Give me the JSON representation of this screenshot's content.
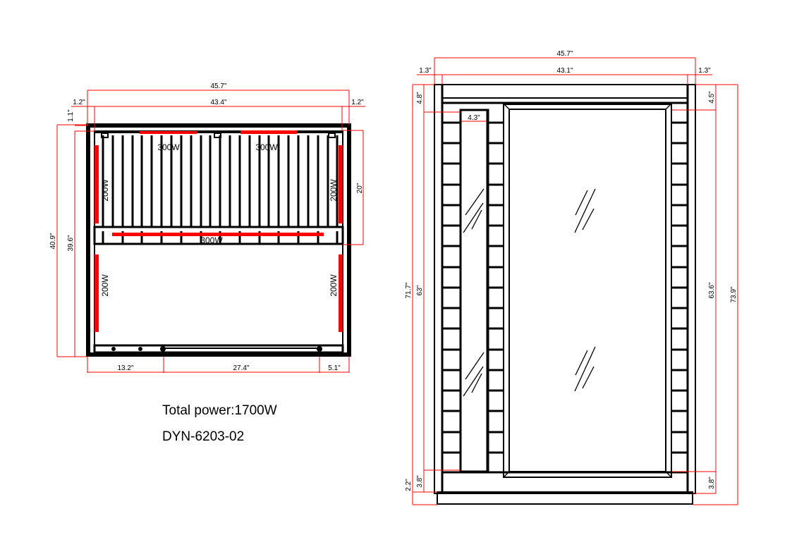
{
  "colors": {
    "dimension": "#ff0000",
    "heater": "#ff0000",
    "line": "#000000",
    "background": "#ffffff"
  },
  "plan_view": {
    "dims": {
      "overall_width": "45.7\"",
      "inner_width": "43.4\"",
      "left_offset": "1.2\"",
      "right_offset": "1.2\"",
      "top_offset": "1.1\"",
      "overall_depth": "40.9\"",
      "inner_depth": "39.6\"",
      "bench_depth": "20\"",
      "bottom_left": "13.2\"",
      "bottom_door": "27.4\"",
      "bottom_right": "5.1\""
    },
    "heaters": {
      "back_left": "300W",
      "back_right": "300W",
      "bench": "300W",
      "side_left_upper": "200W",
      "side_right_upper": "200W",
      "side_left_lower": "200W",
      "side_right_lower": "200W"
    }
  },
  "notes": {
    "total_power": "Total power:1700W",
    "model": "DYN-6203-02"
  },
  "front_view": {
    "dims": {
      "overall_width": "45.7\"",
      "inner_width": "43.1\"",
      "left_offset": "1.3\"",
      "right_offset": "1.3\"",
      "top_left": "4.8\"",
      "top_right": "4.5\"",
      "window_width": "4.3\"",
      "left_inner_height": "71.7\"",
      "left_window_height": "63\"",
      "right_door_height": "63.6\"",
      "right_overall_height": "73.9\"",
      "bottom_left_1": "2.2\"",
      "bottom_left_2": "3.8\"",
      "bottom_right": "3.8\""
    }
  }
}
